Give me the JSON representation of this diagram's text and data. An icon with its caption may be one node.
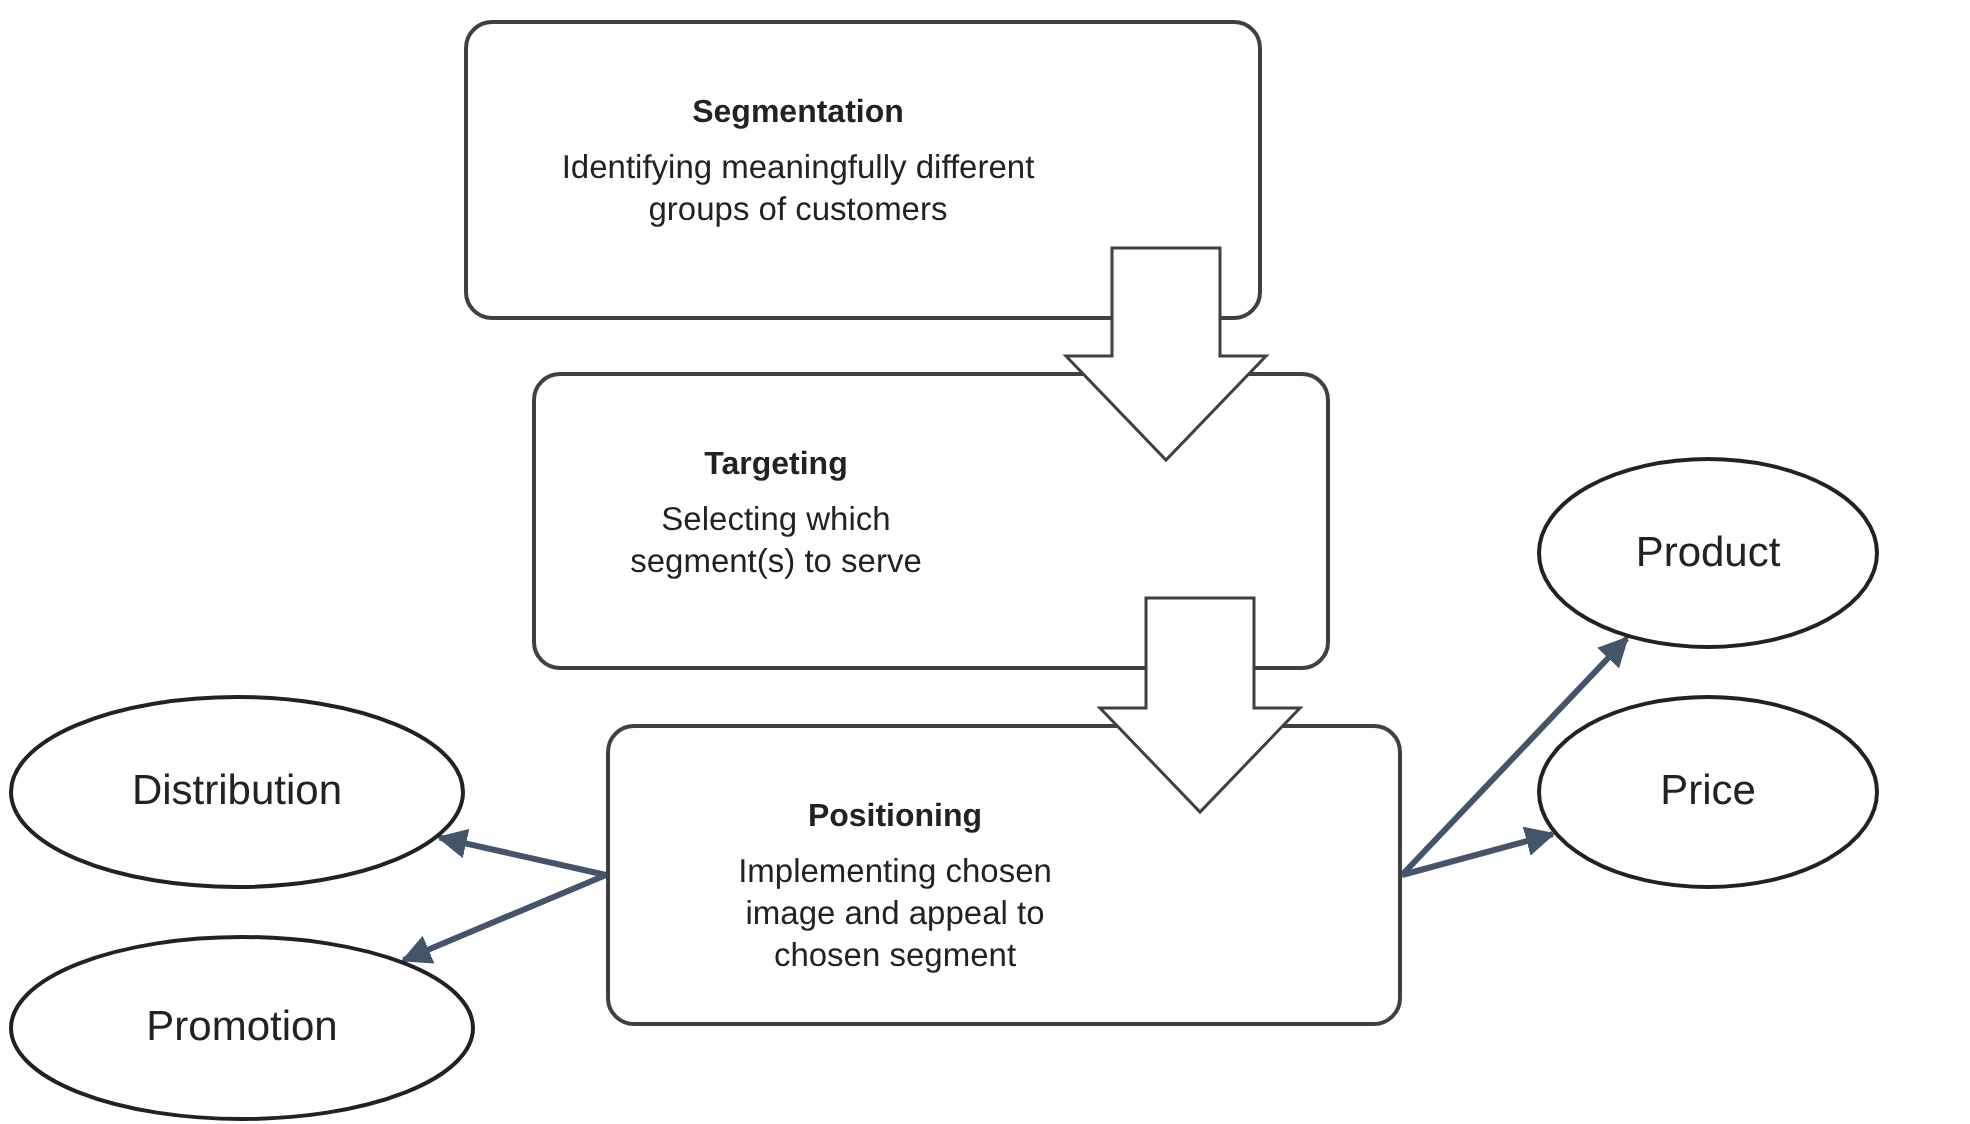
{
  "diagram": {
    "nodes": [
      {
        "text": [
          "Segmentation",
          "Identifying meaningfully different groups of customers"
        ]
      },
      {
        "text": [
          "Targeting",
          "Selecting which segment(s) to serve"
        ]
      },
      {
        "text": [
          "Positioning",
          "Implementing chosen image and appeal to chosen segment"
        ]
      },
      {
        "text": [
          "Product"
        ]
      },
      {
        "text": [
          "Price"
        ]
      },
      {
        "text": [
          "Distribution"
        ]
      },
      {
        "text": [
          "Promotion"
        ]
      }
    ],
    "edges": [
      {
        "from": 0,
        "to": 1,
        "arrow": "to",
        "style": "thick"
      },
      {
        "from": 1,
        "to": 2,
        "arrow": "to",
        "style": "thick"
      },
      {
        "from": 2,
        "to": 3,
        "arrow": "to"
      },
      {
        "from": 2,
        "to": 4,
        "arrow": "to"
      },
      {
        "from": 2,
        "to": 5,
        "arrow": "to"
      },
      {
        "from": 2,
        "to": 6,
        "arrow": "to"
      }
    ]
  }
}
